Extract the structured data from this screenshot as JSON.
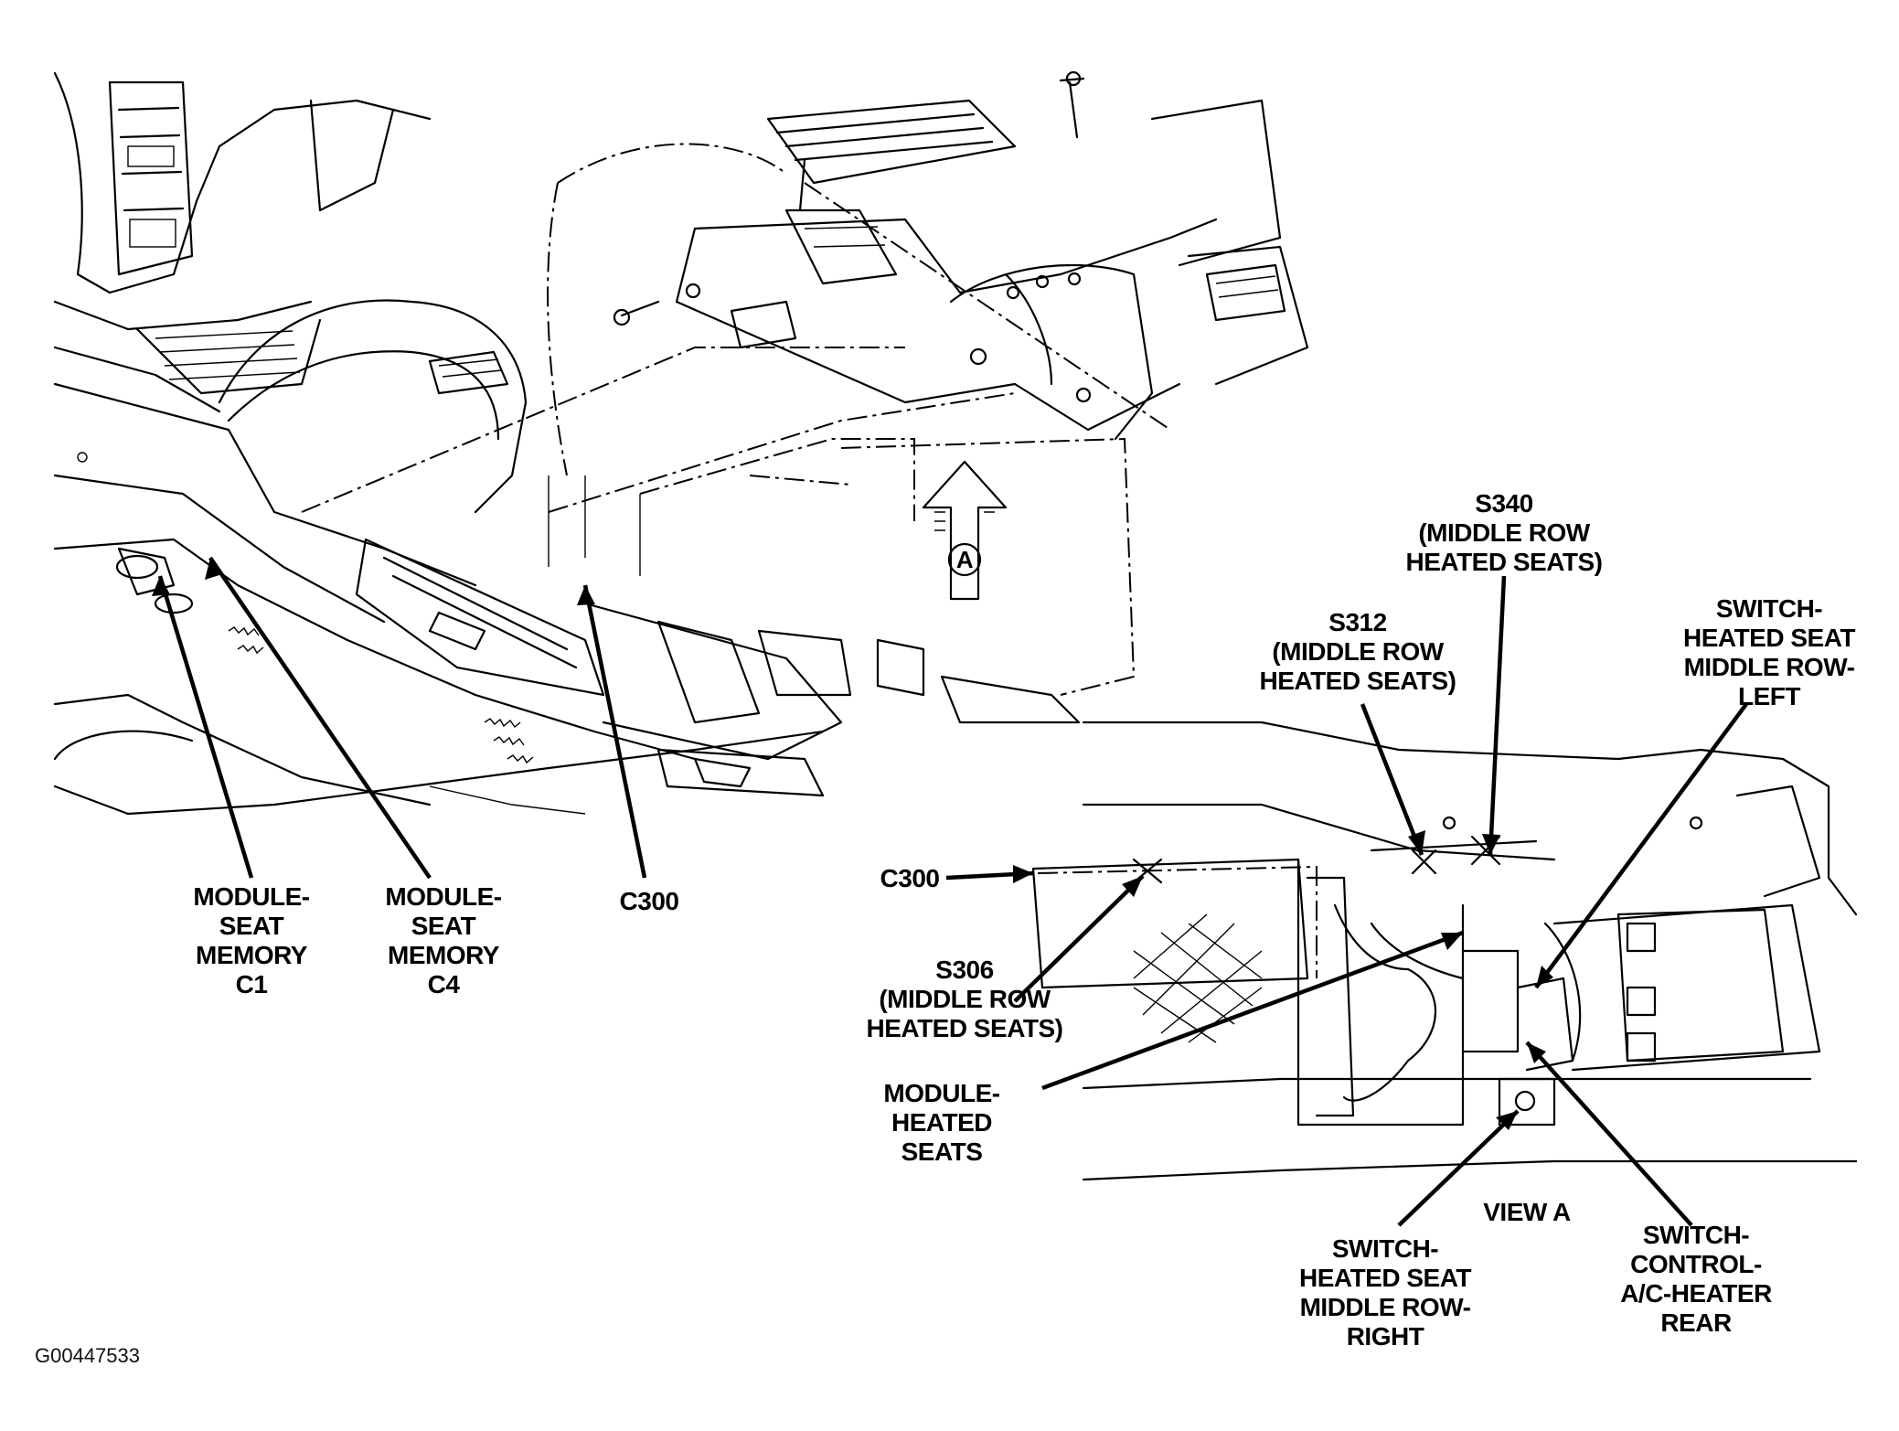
{
  "figure_id": "G00447533",
  "labels": {
    "module_seat_memory_c1": [
      "MODULE-",
      "SEAT",
      "MEMORY",
      "C1"
    ],
    "module_seat_memory_c4": [
      "MODULE-",
      "SEAT",
      "MEMORY",
      "C4"
    ],
    "c300_main": "C300",
    "view_marker": "A",
    "s340": [
      "S340",
      "(MIDDLE ROW",
      "HEATED SEATS)"
    ],
    "s312": [
      "S312",
      "(MIDDLE ROW",
      "HEATED SEATS)"
    ],
    "switch_left": [
      "SWITCH-",
      "HEATED SEAT",
      "MIDDLE ROW-",
      "LEFT"
    ],
    "c300_view": "C300",
    "s306": [
      "S306",
      "(MIDDLE ROW",
      "HEATED SEATS)"
    ],
    "module_heated_seats": [
      "MODULE-",
      "HEATED",
      "SEATS"
    ],
    "view_a": "VIEW A",
    "switch_right": [
      "SWITCH-",
      "HEATED SEAT",
      "MIDDLE ROW-",
      "RIGHT"
    ],
    "switch_ac_heater": [
      "SWITCH-",
      "CONTROL-",
      "A/C-HEATER",
      "REAR"
    ]
  }
}
